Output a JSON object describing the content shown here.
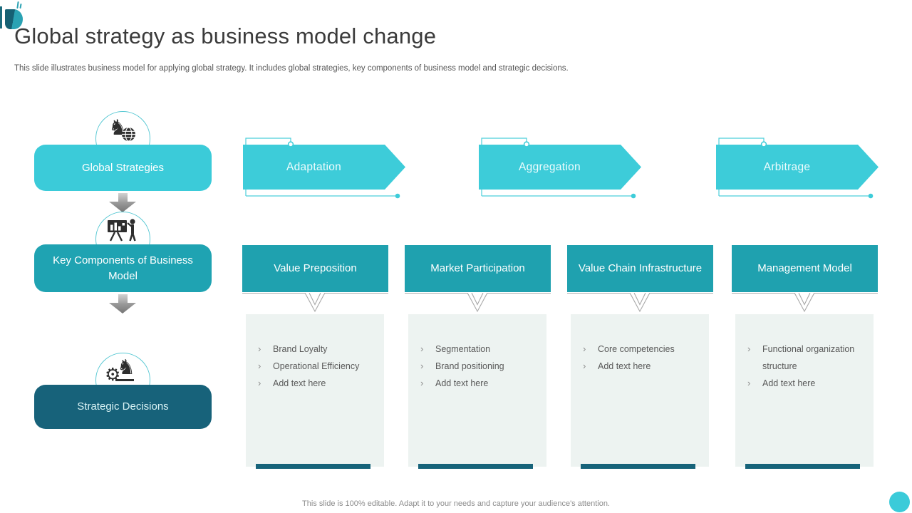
{
  "slide": {
    "title": "Global strategy as business model change",
    "subtitle": "This slide illustrates business model for applying global strategy. It includes global strategies, key components of business model and strategic decisions.",
    "footer_note": "This slide is 100% editable. Adapt it to your needs and capture your audience's attention."
  },
  "left_flow": {
    "steps": [
      {
        "label": "Global Strategies",
        "icon": "chess-knight-globe-icon"
      },
      {
        "label": "Key Components of Business Model",
        "icon": "presentation-board-person-icon"
      },
      {
        "label": "Strategic Decisions",
        "icon": "chess-knight-gear-icon"
      }
    ]
  },
  "global_strategies": {
    "arrows": [
      {
        "label": "Adaptation"
      },
      {
        "label": "Aggregation"
      },
      {
        "label": "Arbitrage"
      }
    ]
  },
  "components": {
    "bullet_marker": "›",
    "columns": [
      {
        "header": "Value Preposition",
        "items": [
          "Brand Loyalty",
          "Operational Efficiency",
          "Add text here"
        ]
      },
      {
        "header": "Market Participation",
        "items": [
          "Segmentation",
          "Brand positioning",
          "Add text here"
        ]
      },
      {
        "header": "Value Chain Infrastructure",
        "items": [
          "Core competencies",
          "Add text here"
        ]
      },
      {
        "header": "Management Model",
        "items": [
          "Functional organization structure",
          "Add text here"
        ]
      }
    ]
  },
  "icons": {
    "knight_glyph": "♞",
    "gear_glyph": "⚙"
  },
  "colors": {
    "cyan": "#3CCBD9",
    "teal": "#1FA1AF",
    "dark_teal": "#17637A",
    "panel_bg": "#EDF3F1",
    "title_text": "#3B3B3B",
    "body_text": "#595959",
    "muted_text": "#8C8C8C"
  }
}
